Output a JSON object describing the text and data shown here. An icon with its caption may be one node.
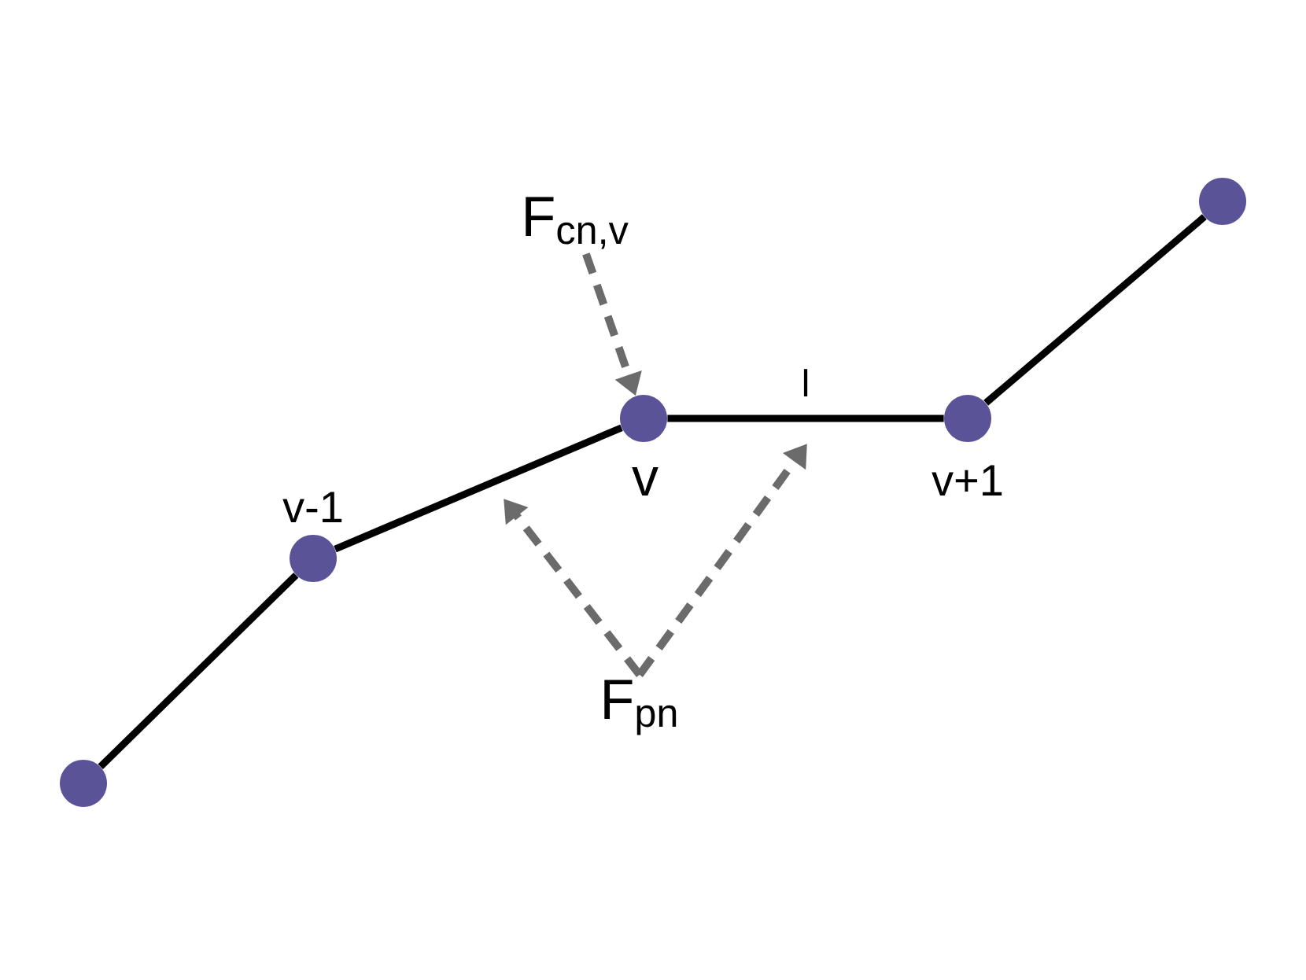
{
  "diagram": {
    "nodes": [
      {
        "text": [],
        "shape": "circle"
      },
      {
        "text": [],
        "shape": "circle",
        "beside": [
          "v-1"
        ]
      },
      {
        "text": [],
        "shape": "circle",
        "beside": [
          "v"
        ]
      },
      {
        "text": [],
        "shape": "circle",
        "beside": [
          "v+1"
        ]
      },
      {
        "text": [],
        "shape": "circle"
      },
      {
        "text": [
          "F$_{cn,v}$"
        ]
      },
      {
        "text": [
          "F$_{pn}$"
        ]
      }
    ],
    "edges": [
      {
        "from": 0,
        "to": 1,
        "arrow": "none"
      },
      {
        "from": 1,
        "to": 2,
        "arrow": "none"
      },
      {
        "from": 2,
        "to": 3,
        "arrow": "none",
        "label": "l"
      },
      {
        "from": 3,
        "to": 4,
        "arrow": "none"
      },
      {
        "from": 5,
        "to": 2,
        "arrow": "to",
        "style": "dashed",
        "color": "#6b6b6b"
      },
      {
        "from": 6,
        "to": null,
        "arrow": "to",
        "style": "dashed",
        "color": "#6b6b6b"
      },
      {
        "from": 6,
        "to": null,
        "arrow": "to",
        "style": "dashed",
        "color": "#6b6b6b"
      }
    ]
  }
}
